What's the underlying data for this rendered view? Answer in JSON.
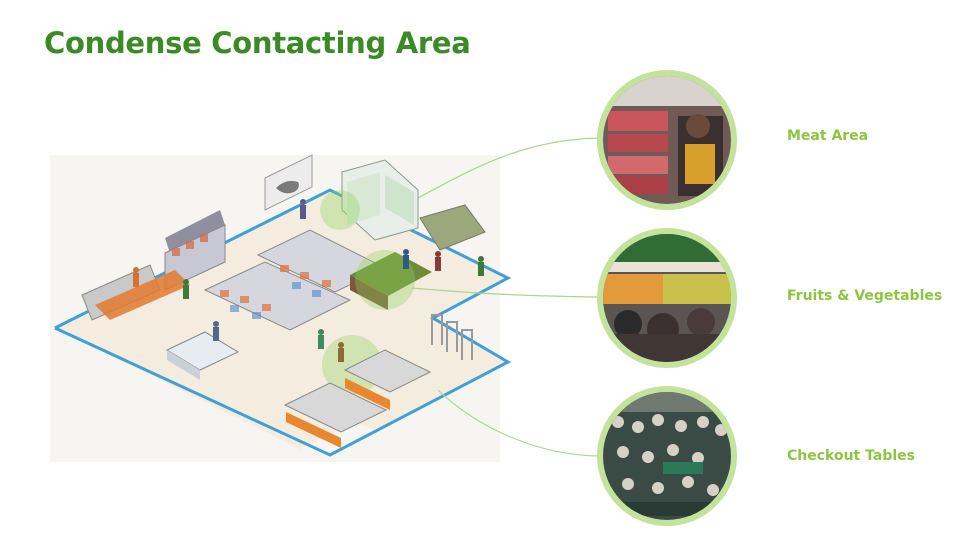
{
  "title": "Condense Contacting Area",
  "areas": [
    {
      "label": "Meat Area",
      "icon": "meat-area-photo"
    },
    {
      "label": "Fruits & Vegetables",
      "icon": "fruits-vegetables-photo"
    },
    {
      "label": "Checkout Tables",
      "icon": "checkout-tables-photo"
    }
  ],
  "colors": {
    "title": "#3a8a25",
    "label": "#8cc63f",
    "ring": "#c3e39a",
    "connector": "#a8d88a",
    "floor_outline": "#3fa0d8",
    "highlight": "#8fd35f"
  }
}
